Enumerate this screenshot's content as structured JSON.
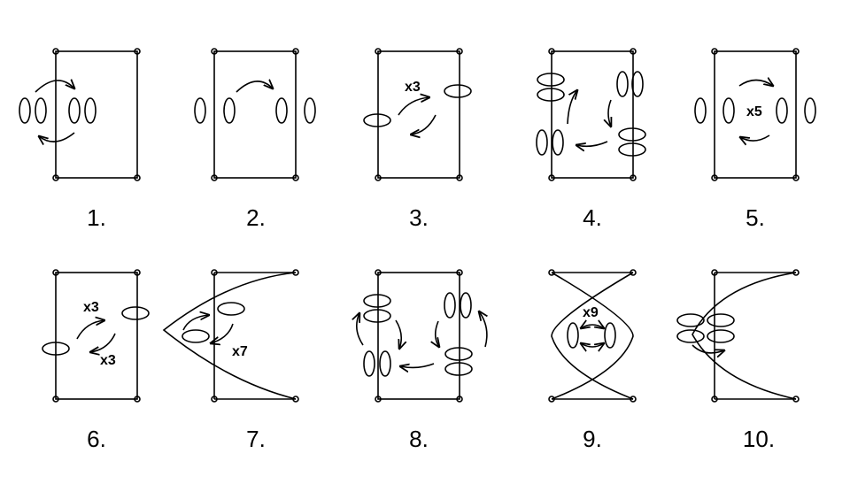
{
  "colors": {
    "stroke": "#000000",
    "background": "#ffffff"
  },
  "panels": [
    {
      "label": "1.",
      "multipliers": []
    },
    {
      "label": "2.",
      "multipliers": []
    },
    {
      "label": "3.",
      "multipliers": [
        "x3"
      ]
    },
    {
      "label": "4.",
      "multipliers": []
    },
    {
      "label": "5.",
      "multipliers": [
        "x5"
      ]
    },
    {
      "label": "6.",
      "multipliers": [
        "x3",
        "x3"
      ]
    },
    {
      "label": "7.",
      "multipliers": [
        "x7"
      ]
    },
    {
      "label": "8.",
      "multipliers": []
    },
    {
      "label": "9.",
      "multipliers": [
        "x9"
      ]
    },
    {
      "label": "10.",
      "multipliers": []
    }
  ]
}
